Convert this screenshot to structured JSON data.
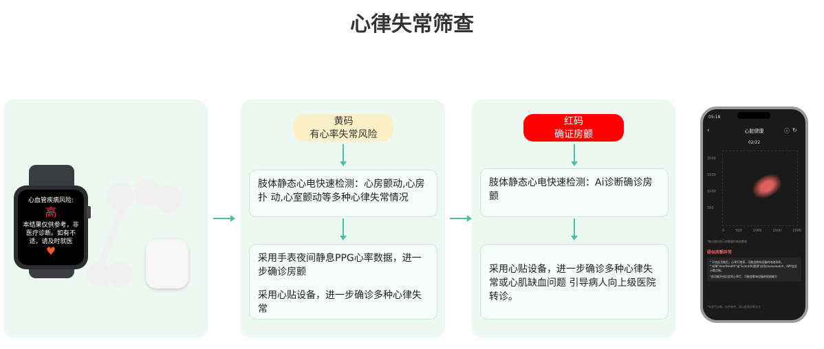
{
  "title": "心律失常筛查",
  "watch": {
    "risk_label": "心血管疾病风险:",
    "risk_value": "高",
    "note": "本结果仅供参考，非医疗诊断。如有不适，请及时就医"
  },
  "yellow": {
    "pill_line1": "黄码",
    "pill_line2": "有心率失常风险",
    "box1": "肢体静态心电快速检测：心房颤动,心房扑 动,心室颤动等多种心律失常情况",
    "box2_p1": "采用手表夜间静息PPG心率数据，进一步确诊房颤",
    "box2_p2": "采用心贴设备，进一步确诊多种心律失常"
  },
  "red": {
    "pill_line1": "红码",
    "pill_line2": "确证房颤",
    "box1": "肢体静态心电快速检测：Ai诊断确诊房颤",
    "box2": "采用心贴设备，进一步确诊多种心律失常或心肌缺血问题 引导病人向上级医院转诊。"
  },
  "phone": {
    "time": "05:18",
    "title": "心脏健康",
    "date": "02/22",
    "y_ticks": [
      "2000",
      "1500",
      "1000",
      "500"
    ],
    "x_ticks": [
      "0",
      "500",
      "1000",
      "1500",
      "2000"
    ],
    "scatter_note": "*散点图仅显示房颤量的有效数据",
    "alert": "疑似房颤异常",
    "info1": "* 开启此功能后，心率灯常亮，可能会影响设备的电池寿命。",
    "info2": "* 如果\"HeartHealth\"或\"Scientific颤测\"启用onyourwatch，APP会显示散点图。",
    "info3": "*此功能开启后会亮心率灯，可能会影响设备的续航能力",
    "footer": "*非医疗诊断，仅供参考，请以医院诊断为主"
  },
  "colors": {
    "accent": "#4cc0a0",
    "panel": "#eef8f3",
    "yellow": "#fdf0c8",
    "red": "#ff0000"
  }
}
